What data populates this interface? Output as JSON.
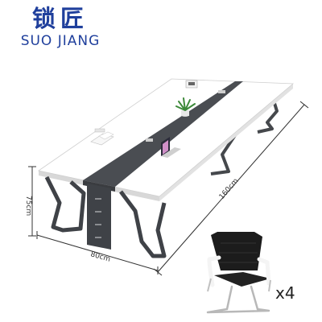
{
  "brand": {
    "name_cn": "锁匠",
    "name_en": "SUO JIANG",
    "color": "#1f3f9c"
  },
  "dimensions": {
    "height": "75cm",
    "width": "80cm",
    "length": "160cm"
  },
  "chair_quantity": "x4",
  "colors": {
    "tabletop": "#ffffff",
    "center_strip": "#4a4d52",
    "frame": "#3f4247",
    "chair_mesh": "#1c1c1c",
    "chair_arm": "#f4f4f4"
  }
}
